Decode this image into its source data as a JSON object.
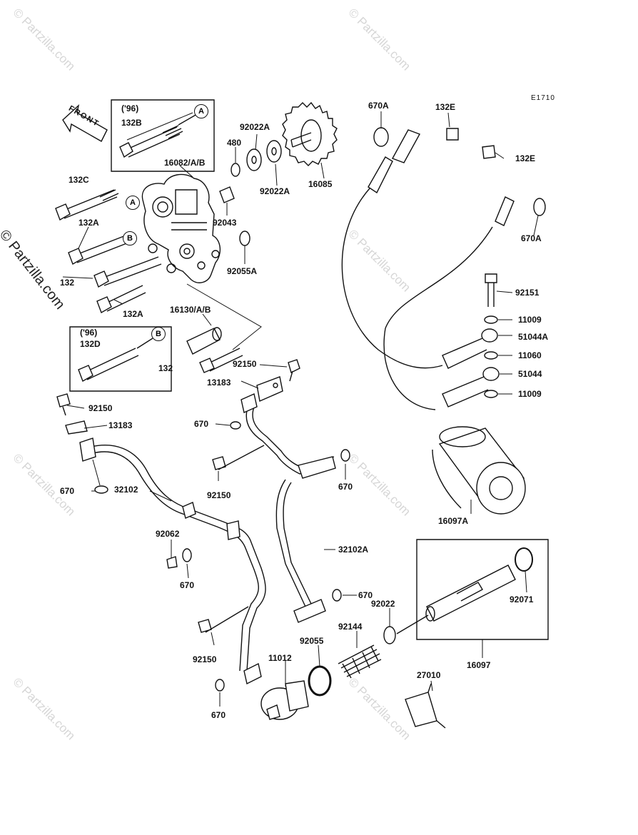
{
  "diagram_ref": "E1710",
  "watermark": "© Partzilla.com",
  "front_label": "FRONT",
  "callouts": [
    "A",
    "B",
    "A",
    "B"
  ],
  "labels": {
    "p96_top": "('96)",
    "p96_bot": "('96)",
    "l132B": "132B",
    "l132C": "132C",
    "l132A_1": "132A",
    "l132": "132",
    "l132A_2": "132A",
    "l132D": "132D",
    "l132_b": "132",
    "l16082": "16082/A/B",
    "l480": "480",
    "l92022A_1": "92022A",
    "l92022A_2": "92022A",
    "l16085": "16085",
    "l92043": "92043",
    "l92055A": "92055A",
    "l16130": "16130/A/B",
    "l92150_1": "92150",
    "l13183_1": "13183",
    "l92150_2": "92150",
    "l13183_2": "13183",
    "l670_1": "670",
    "l670_2": "670",
    "l32102": "32102",
    "l92150_3": "92150",
    "l670_3": "670",
    "l92062": "92062",
    "l670_4": "670",
    "l32102A": "32102A",
    "l670_5": "670",
    "l92150_4": "92150",
    "l670_6": "670",
    "l11012": "11012",
    "l92055": "92055",
    "l92144": "92144",
    "l92022": "92022",
    "l670A_1": "670A",
    "l132E_1": "132E",
    "l132E_2": "132E",
    "l670A_2": "670A",
    "l92151": "92151",
    "l11009_1": "11009",
    "l51044A": "51044A",
    "l11060": "11060",
    "l51044": "51044",
    "l11009_2": "11009",
    "l16097A": "16097A",
    "l92071": "92071",
    "l16097": "16097",
    "l27010": "27010"
  }
}
